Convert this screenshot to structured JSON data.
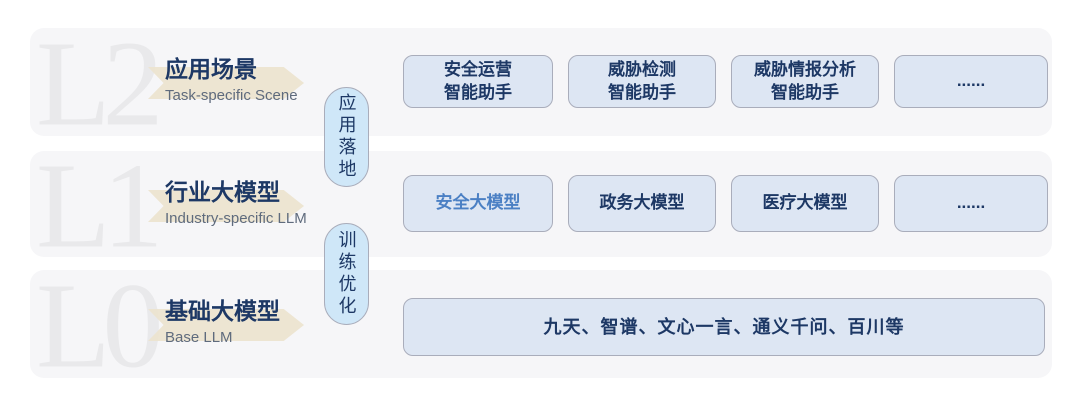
{
  "colors": {
    "panel_bg": "#f6f6f8",
    "box_bg": "#dde6f3",
    "box_border": "#a9adbb",
    "pill_bg": "#cfe7f8",
    "navy_text": "#1d3865",
    "highlight_blue": "#4b80c4",
    "subtitle_gray": "#5f6b7d",
    "watermark_gray": "#e9e9eb",
    "arrow_beige": "#ece4d0"
  },
  "layers": [
    {
      "code": "L2",
      "title": "应用场景",
      "subtitle": "Task-specific Scene",
      "boxes": [
        {
          "label": "安全运营\n智能助手"
        },
        {
          "label": "威胁检测\n智能助手"
        },
        {
          "label": "威胁情报分析\n智能助手"
        },
        {
          "label": "......"
        }
      ]
    },
    {
      "code": "L1",
      "title": "行业大模型",
      "subtitle": "Industry-specific LLM",
      "boxes": [
        {
          "label": "安全大模型"
        },
        {
          "label": "政务大模型"
        },
        {
          "label": "医疗大模型"
        },
        {
          "label": "......"
        }
      ]
    },
    {
      "code": "L0",
      "title": "基础大模型",
      "subtitle": "Base LLM",
      "boxes": [
        {
          "label": "九天、智谱、文心一言、通义千问、百川等"
        }
      ]
    }
  ],
  "connectors": [
    {
      "label": "应用落地"
    },
    {
      "label": "训练优化"
    }
  ]
}
